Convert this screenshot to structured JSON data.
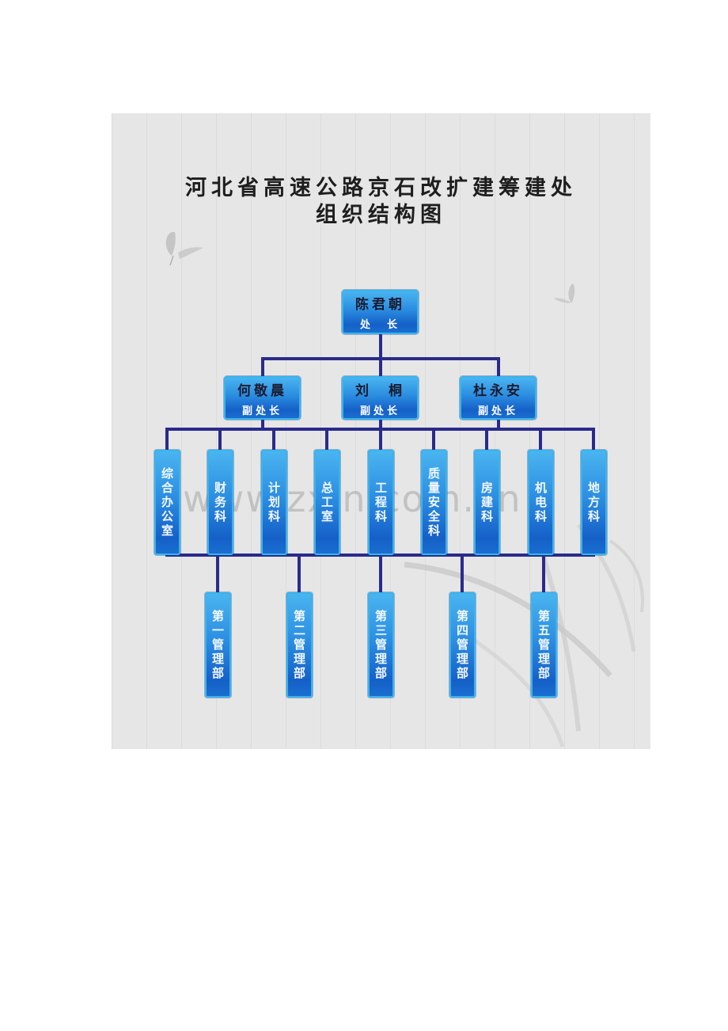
{
  "title": {
    "line1": "河北省高速公路京石改扩建筹建处",
    "line2": "组织结构图"
  },
  "watermark": "www.zxin.com.cn",
  "chief": {
    "name": "陈君朝",
    "role": "处　长"
  },
  "deputies": [
    {
      "name": "何敬晨",
      "role": "副处长"
    },
    {
      "name": "刘　桐",
      "role": "副处长"
    },
    {
      "name": "杜永安",
      "role": "副处长"
    }
  ],
  "departments": [
    {
      "label": "综合办公室"
    },
    {
      "label": "财务科"
    },
    {
      "label": "计划科"
    },
    {
      "label": "总工室"
    },
    {
      "label": "工程科"
    },
    {
      "label": "质量安全科"
    },
    {
      "label": "房建科"
    },
    {
      "label": "机电科"
    },
    {
      "label": "地方科"
    }
  ],
  "management_offices": [
    {
      "label": "第一管理部"
    },
    {
      "label": "第二管理部"
    },
    {
      "label": "第三管理部"
    },
    {
      "label": "第四管理部"
    },
    {
      "label": "第五管理部"
    }
  ],
  "colors": {
    "background": "#e6e6e6",
    "connector": "#2a2a8c",
    "box_top": "#4ab4f0",
    "box_bottom": "#1560c8",
    "box_border": "#35b6ee",
    "name_text": "#1a1a2e",
    "role_text": "#ffffff"
  }
}
